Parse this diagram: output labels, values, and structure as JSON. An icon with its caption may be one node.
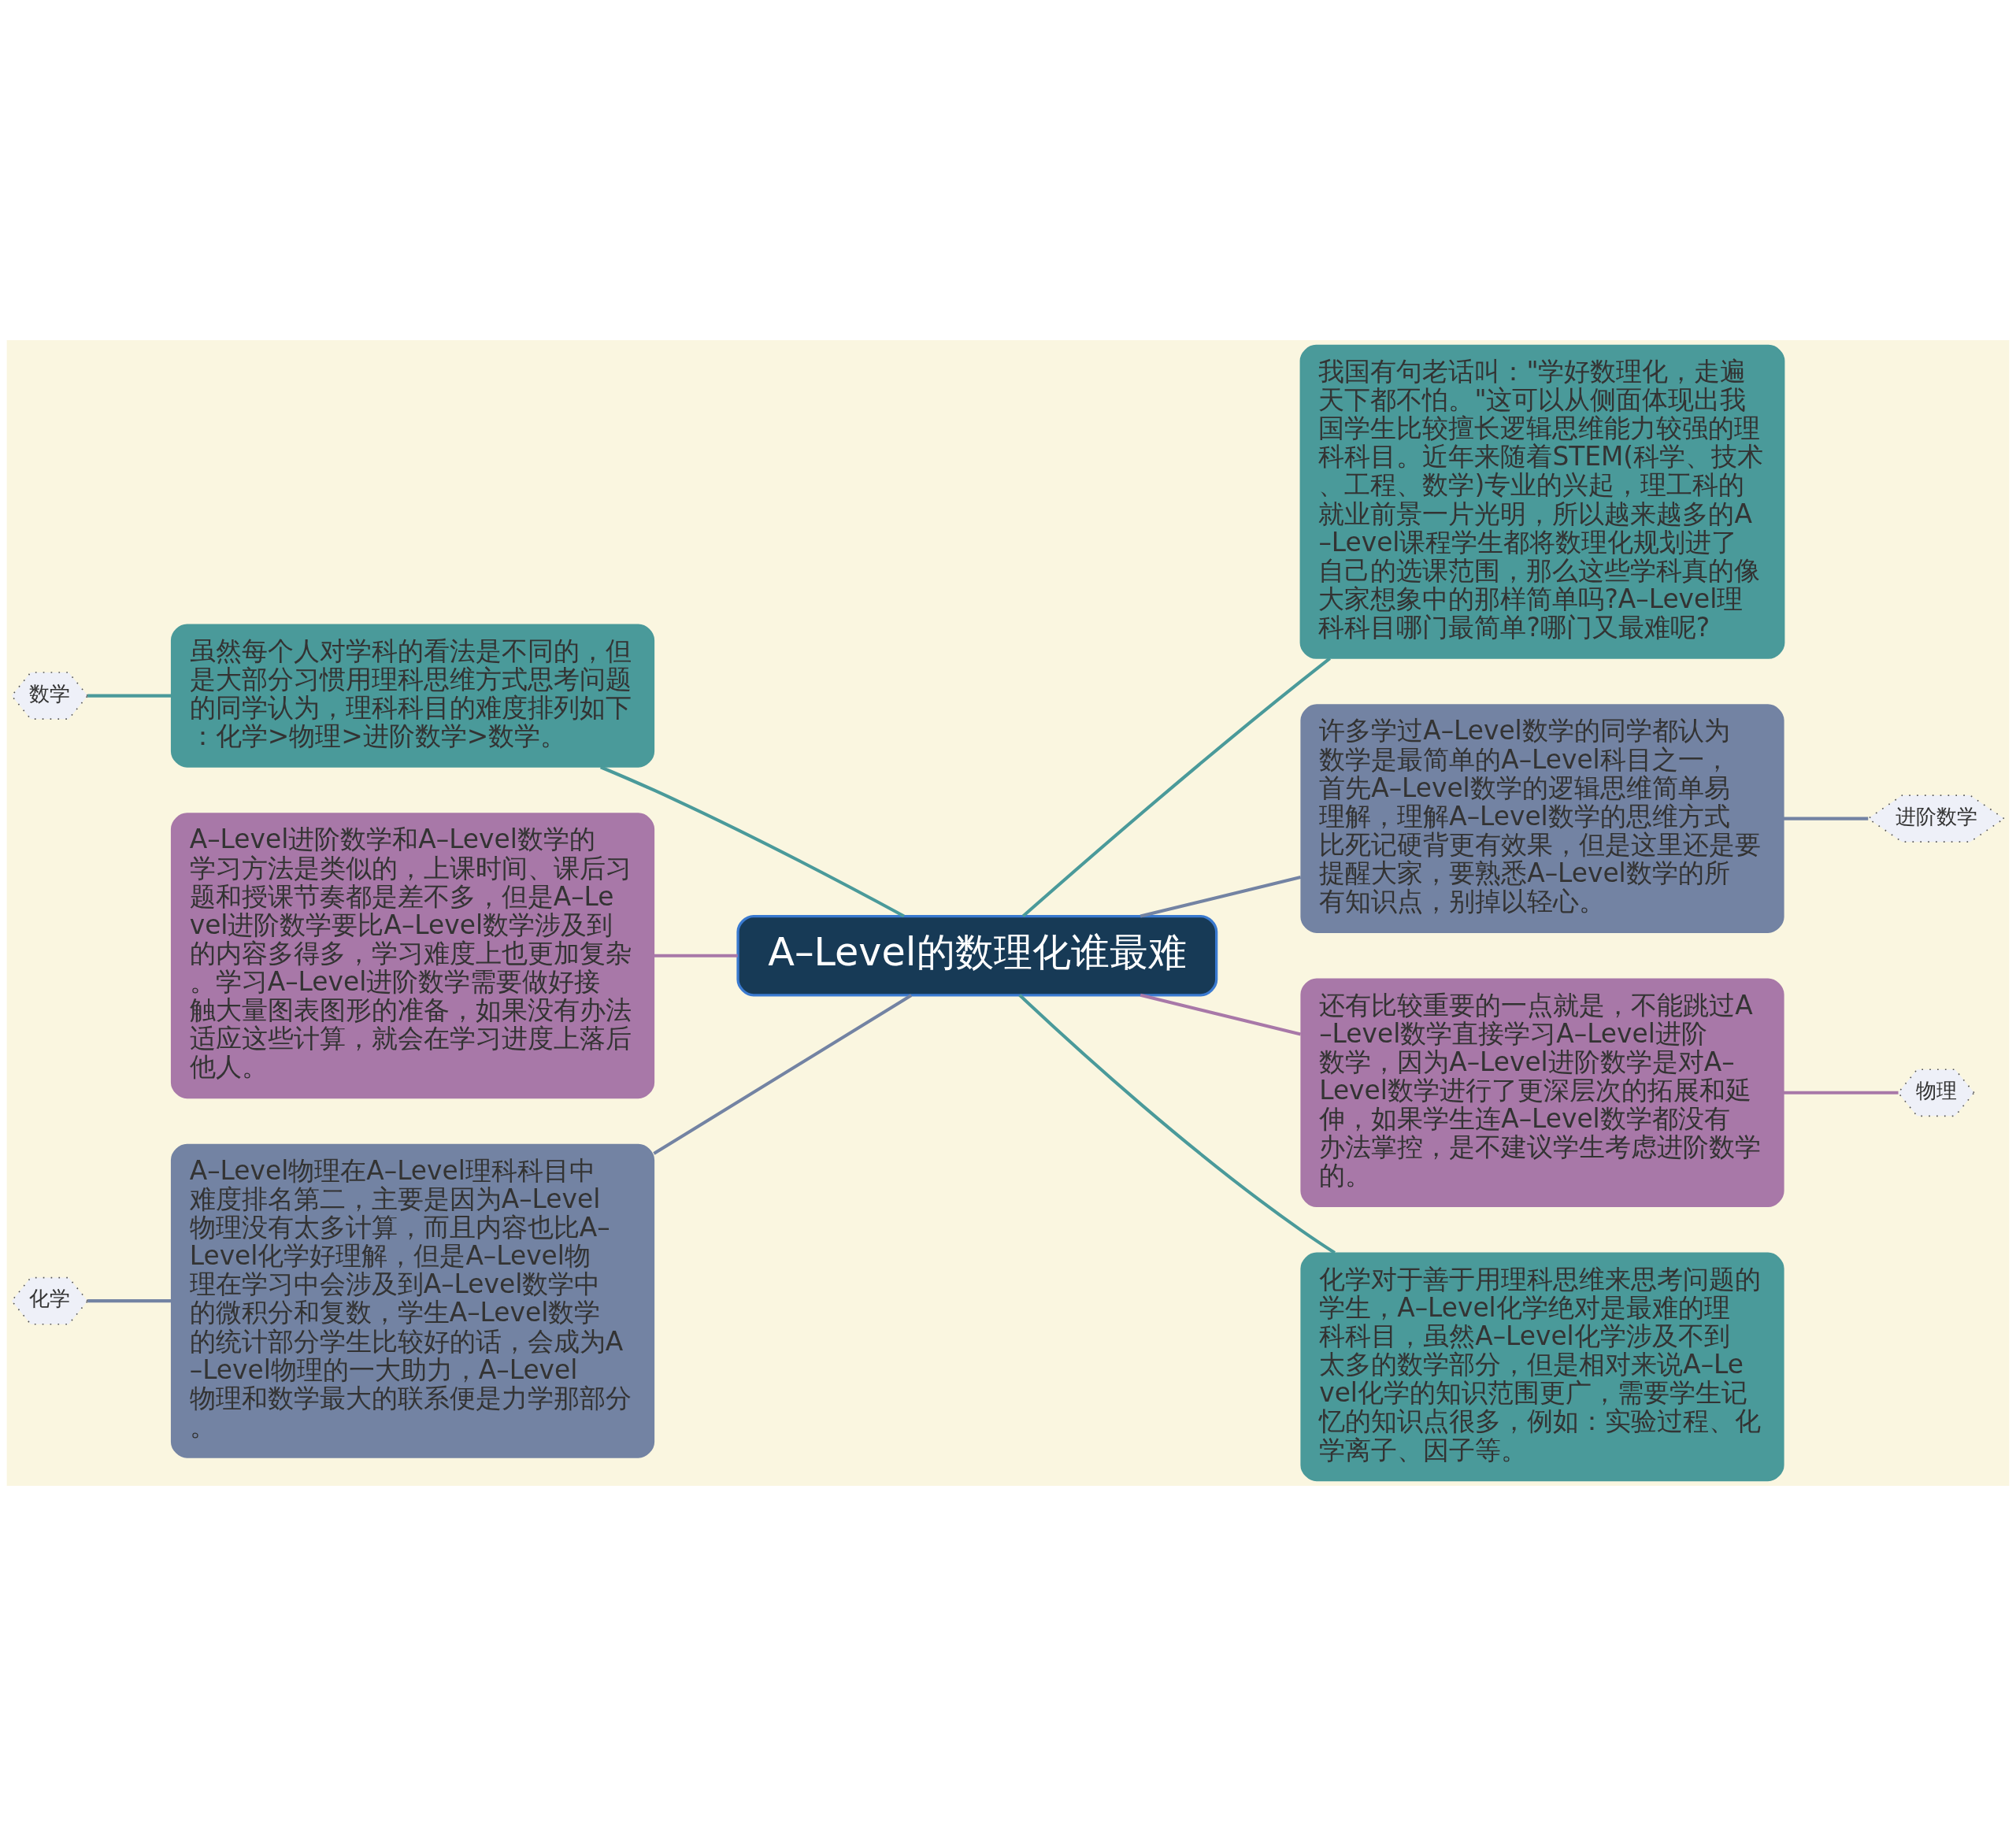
{
  "diagram": {
    "nodes": [
      {
        "text": [
          "A–Level的数理化谁最难"
        ]
      },
      {
        "text": [
          "数学"
        ]
      },
      {
        "text": [
          "虽然每个人对学科的看法是不同的，但是大部分习惯用理科思维方式思考问题的同学认为，理科科目的难度排列如下：化学>物理>进阶数学>数学。"
        ]
      },
      {
        "text": [
          "A–Level进阶数学和A–Level数学的学习方法是类似的，上课时间、课后习题和授课节奏都是差不多，但是A–Level进阶数学要比A–Level数学涉及到的内容多得多，学习难度上也更加复杂。学习A–Level进阶数学需要做好接触大量图表图形的准备，如果没有办法适应这些计算，就会在学习进度上落后他人。"
        ]
      },
      {
        "text": [
          "化学"
        ]
      },
      {
        "text": [
          "A–Level物理在A–Level理科科目中难度排名第二，主要是因为A–Level物理没有太多计算，而且内容也比A–Level化学好理解，但是A–Level物理在学习中会涉及到A–Level数学中的微积分和复数，学生A–Level数学的统计部分学生比较好的话，会成为A–Level物理的一大助力，A–Level物理和数学最大的联系便是力学那部分。"
        ]
      },
      {
        "text": [
          "我国有句老话叫：\"学好数理化，走遍天下都不怕。\"这可以从侧面体现出我国学生比较擅长逻辑思维能力较强的理科科目。近年来随着STEM(科学、技术、工程、数学)专业的兴起，理工科的就业前景一片光明，所以越来越多的A–Level课程学生都将数理化规划进了自己的选课范围，那么这些学科真的像大家想象中的那样简单吗?A–Level理科科目哪门最简单?哪门又最难呢?"
        ]
      },
      {
        "text": [
          "许多学过A–Level数学的同学都认为数学是最简单的A–Level科目之一，首先A–Level数学的逻辑思维简单易理解，理解A–Level数学的思维方式比死记硬背更有效果，但是这里还是要提醒大家，要熟悉A–Level数学的所有知识点，别掉以轻心。"
        ]
      },
      {
        "text": [
          "进阶数学"
        ]
      },
      {
        "text": [
          "还有比较重要的一点就是，不能跳过A–Level数学直接学习A–Level进阶数学，因为A–Level进阶数学是对A–Level数学进行了更深层次的拓展和延伸，如果学生连A–Level数学都没有办法掌控，是不建议学生考虑进阶数学的。"
        ]
      },
      {
        "text": [
          "物理"
        ]
      },
      {
        "text": [
          "化学对于善于用理科思维来思考问题的学生，A–Level化学绝对是最难的理科科目，虽然A–Level化学涉及不到太多的数学部分，但是相对来说A–Level化学的知识范围更广，需要学生记忆的知识点很多，例如：实验过程、化学离子、因子等。"
        ]
      }
    ],
    "edges": [
      {
        "from": 0,
        "to": 2,
        "arrow": "none",
        "color": "#4a9a9a"
      },
      {
        "from": 0,
        "to": 3,
        "arrow": "none",
        "color": "#a878a8"
      },
      {
        "from": 0,
        "to": 5,
        "arrow": "none",
        "color": "#7383a3"
      },
      {
        "from": 0,
        "to": 6,
        "arrow": "none",
        "color": "#4a9a9a"
      },
      {
        "from": 0,
        "to": 7,
        "arrow": "none",
        "color": "#7383a3"
      },
      {
        "from": 0,
        "to": 9,
        "arrow": "none",
        "color": "#a878a8"
      },
      {
        "from": 0,
        "to": 11,
        "arrow": "none",
        "color": "#4a9a9a"
      },
      {
        "from": 2,
        "to": 1,
        "arrow": "none",
        "color": "#4a9a9a"
      },
      {
        "from": 5,
        "to": 4,
        "arrow": "none",
        "color": "#7383a3"
      },
      {
        "from": 7,
        "to": 8,
        "arrow": "none",
        "color": "#7383a3"
      },
      {
        "from": 9,
        "to": 10,
        "arrow": "none",
        "color": "#a878a8"
      }
    ]
  }
}
